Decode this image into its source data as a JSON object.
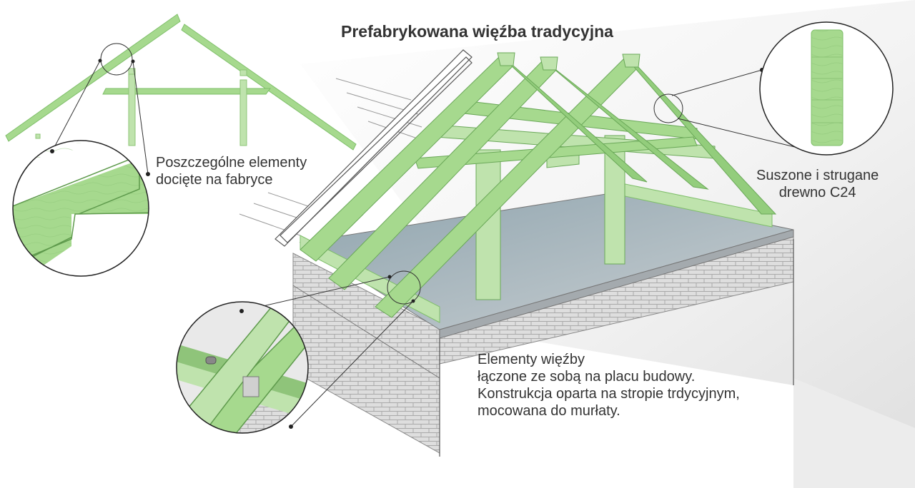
{
  "title": "Prefabrykowana więźba tradycyjna",
  "labels": {
    "cut": [
      "Poszczególne elementy",
      "docięte na fabryce"
    ],
    "wood": [
      "Suszone i strugane",
      "drewno C24"
    ],
    "site": [
      "Elementy więźby",
      "łączone ze sobą na placu budowy.",
      "Konstrukcja oparta na stropie trdycyjnym,",
      "mocowana do murłaty."
    ]
  },
  "colors": {
    "timber": "#a6d98e",
    "timber_dark": "#7fbf6a",
    "timber_edge": "#5e9a4c",
    "concrete": "#b9bfc3",
    "brick": "#d6d6d6",
    "line": "#222222",
    "text": "#333333"
  }
}
